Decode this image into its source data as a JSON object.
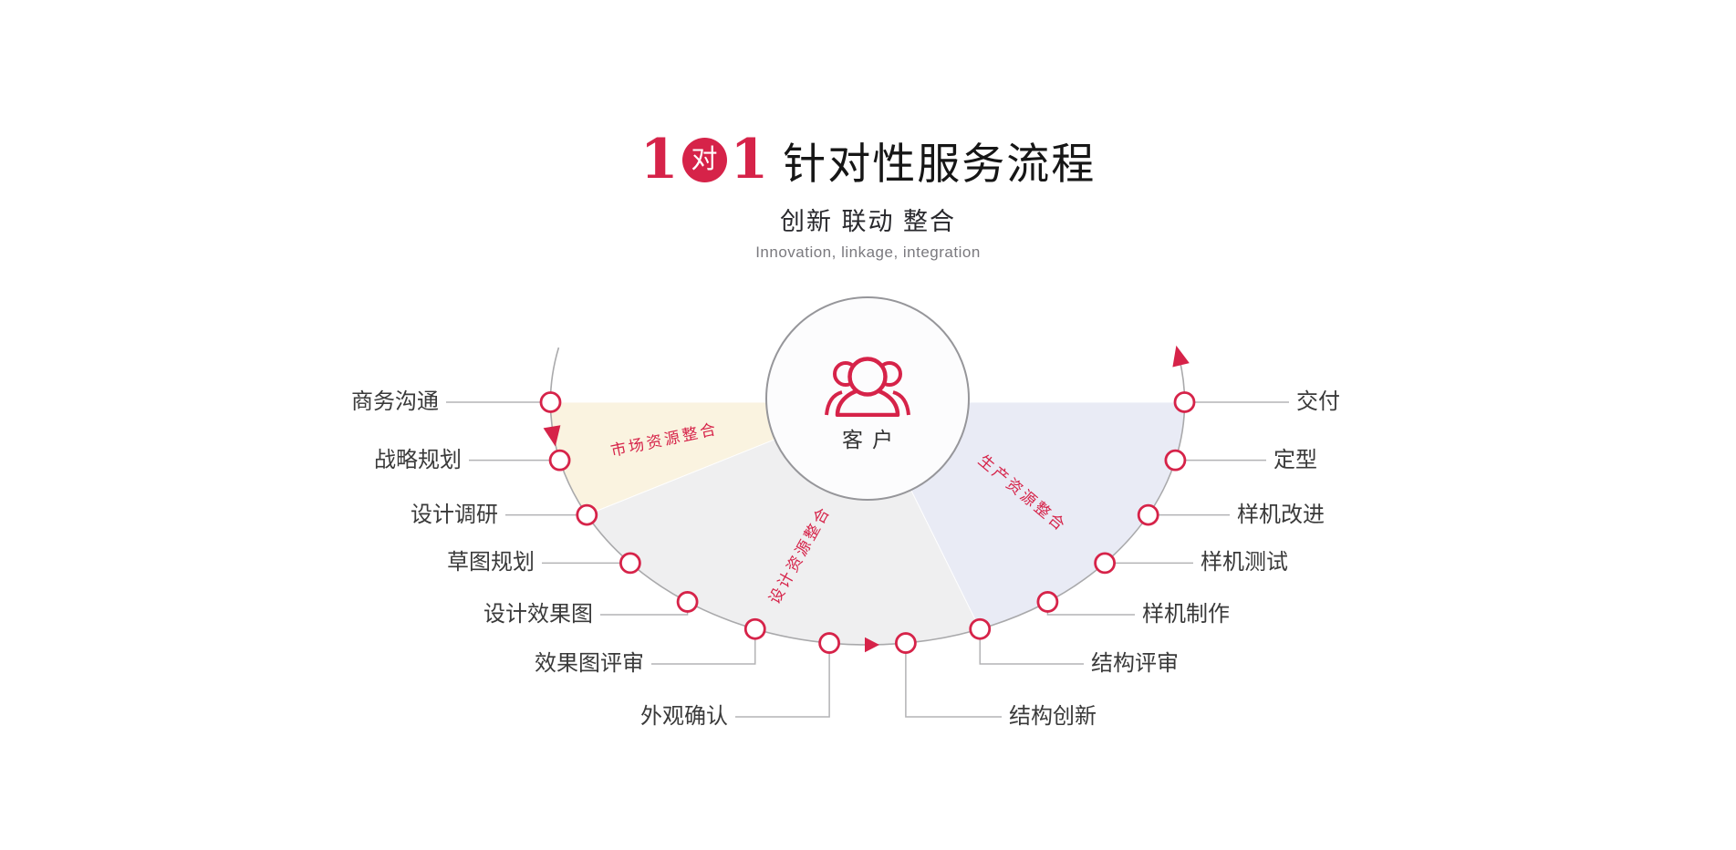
{
  "header": {
    "title_one_left": "1",
    "title_badge": "对",
    "title_one_right": "1",
    "title_main": "针对性服务流程",
    "subtitle": "创新 联动 整合",
    "subtitle_en": "Innovation, linkage, integration"
  },
  "center_circle": {
    "icon": "customers-icon",
    "label": "客户"
  },
  "sectors": [
    {
      "id": "market",
      "label": "市场资源整合"
    },
    {
      "id": "design",
      "label": "设计资源整合"
    },
    {
      "id": "production",
      "label": "生产资源整合"
    }
  ],
  "stages": [
    {
      "label": "商务沟通"
    },
    {
      "label": "战略规划"
    },
    {
      "label": "设计调研"
    },
    {
      "label": "草图规划"
    },
    {
      "label": "设计效果图"
    },
    {
      "label": "效果图评审"
    },
    {
      "label": "外观确认"
    },
    {
      "label": "结构创新"
    },
    {
      "label": "结构评审"
    },
    {
      "label": "样机制作"
    },
    {
      "label": "样机测试"
    },
    {
      "label": "样机改进"
    },
    {
      "label": "定型"
    },
    {
      "label": "交付"
    }
  ],
  "colors": {
    "accent_red": "#d62349",
    "sector_market": "#faf3e0",
    "sector_design": "#efeff0",
    "sector_production": "#e9ebf5",
    "arc_line": "#a9a9ab",
    "connector_line": "#b3b3b5",
    "node_fill": "#ffffff",
    "circle_border": "#96969a",
    "circle_fill": "#fcfcfd",
    "stage_text": "#3a3a3a"
  }
}
